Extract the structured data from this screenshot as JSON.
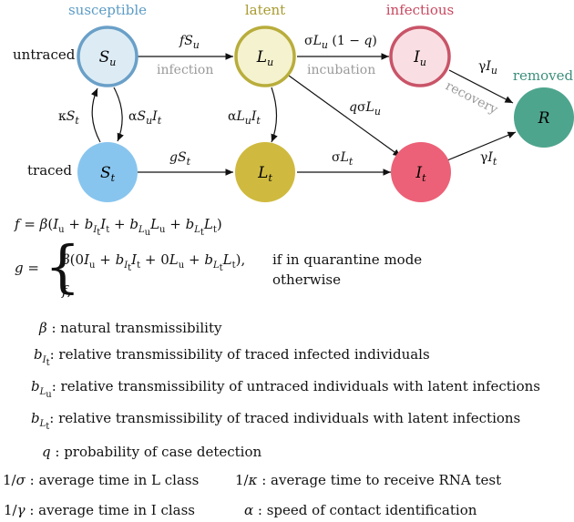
{
  "categories": {
    "susceptible": "susceptible",
    "latent": "latent",
    "infectious": "infectious",
    "removed": "removed"
  },
  "rows": {
    "untraced": "untraced",
    "traced": "traced"
  },
  "nodes": {
    "Su": {
      "main": "S",
      "sub": "u"
    },
    "Lu": {
      "main": "L",
      "sub": "u"
    },
    "Iu": {
      "main": "I",
      "sub": "u"
    },
    "St": {
      "main": "S",
      "sub": "t"
    },
    "Lt": {
      "main": "L",
      "sub": "t"
    },
    "It": {
      "main": "I",
      "sub": "t"
    },
    "R": {
      "main": "R"
    }
  },
  "edge_labels": {
    "infection": "infection",
    "incubation": "incubation",
    "recovery": "recovery",
    "fSu": "fS_u",
    "sigmaLu": "σL_u (1 − q)",
    "gammaIu": "γI_u",
    "kappaSt": "κS_t",
    "alphaSuIt": "αS_uI_t",
    "alphaLuIt": "αL_uI_t",
    "qsigmaLu": "qσL_u",
    "gSt": "gS_t",
    "sigmaLt": "σL_t",
    "gammaIt": "γI_t"
  },
  "equations": {
    "f": "f = β(I_u + b_{I_t} I_t + b_{L_u} L_u + b_{L_t} L_t)",
    "g_case1": "β(0I_u + b_{I_t} I_t + 0L_u + b_{L_t} L_t),",
    "g_case1_cond": "if in quarantine mode",
    "g_case2": "f,",
    "g_case2_cond": "otherwise"
  },
  "legend": {
    "beta": "natural transmissibility",
    "bIt": "relative transmissibility of traced infected individuals",
    "bLu": "relative transmissibility of untraced individuals with latent infections",
    "bLt": "relative transmissibility of traced individuals with latent infections",
    "q": "probability of case detection",
    "sigma": "average time in L class",
    "kappa": "average time to receive RNA test",
    "gamma": "average time in I class",
    "alpha": "speed of contact identification"
  },
  "colors": {
    "susceptible_text": "#5b9bc4",
    "latent_text": "#a89a2e",
    "infectious_text": "#c8475e",
    "removed_text": "#3d8f7c",
    "Su_fill": "#ddecf4",
    "Su_stroke": "#6aa0c8",
    "Lu_fill": "#f5f2cf",
    "Lu_stroke": "#b9ad3c",
    "Iu_fill": "#f9dfe3",
    "Iu_stroke": "#c95468",
    "St_fill": "#88c5ee",
    "Lt_fill": "#cfba3f",
    "It_fill": "#ec6177",
    "R_fill": "#4ea58e"
  }
}
